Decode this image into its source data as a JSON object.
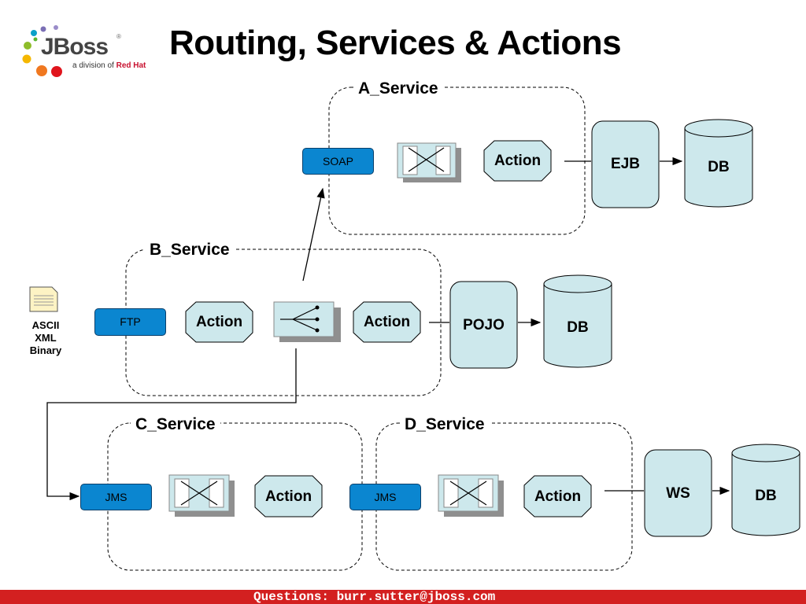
{
  "title": "Routing, Services & Actions",
  "logo": {
    "brand": "JBoss",
    "tagline": "a division of",
    "tagline_brand": "Red Hat"
  },
  "services": {
    "a": "A_Service",
    "b": "B_Service",
    "c": "C_Service",
    "d": "D_Service"
  },
  "gateways": {
    "soap": "SOAP",
    "ftp": "FTP",
    "jms1": "JMS",
    "jms2": "JMS"
  },
  "action_label": "Action",
  "targets": {
    "ejb": "EJB",
    "pojo": "POJO",
    "ws": "WS",
    "db": "DB"
  },
  "document": {
    "lines": [
      "ASCII",
      "XML",
      "Binary"
    ]
  },
  "footer": "Questions: burr.sutter@jboss.com",
  "colors": {
    "gateway": "#0b86d0",
    "shape_fill": "#cde8ec",
    "footer": "#d32020"
  }
}
